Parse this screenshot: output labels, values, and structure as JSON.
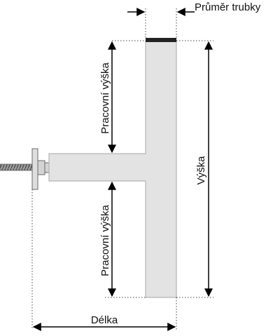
{
  "labels": {
    "pipe_diameter": "Průměr trubky",
    "working_height_top": "Pracovní výška",
    "working_height_bottom": "Pracovní výška",
    "height": "Výška",
    "length": "Délka"
  },
  "colors": {
    "tube_fill": "#e3e3e3",
    "tube_stroke": "#b9b9b9",
    "cap": "#222222",
    "dimension_lines": "#000000",
    "guide_lines": "#444444",
    "bolt": "#777777"
  }
}
